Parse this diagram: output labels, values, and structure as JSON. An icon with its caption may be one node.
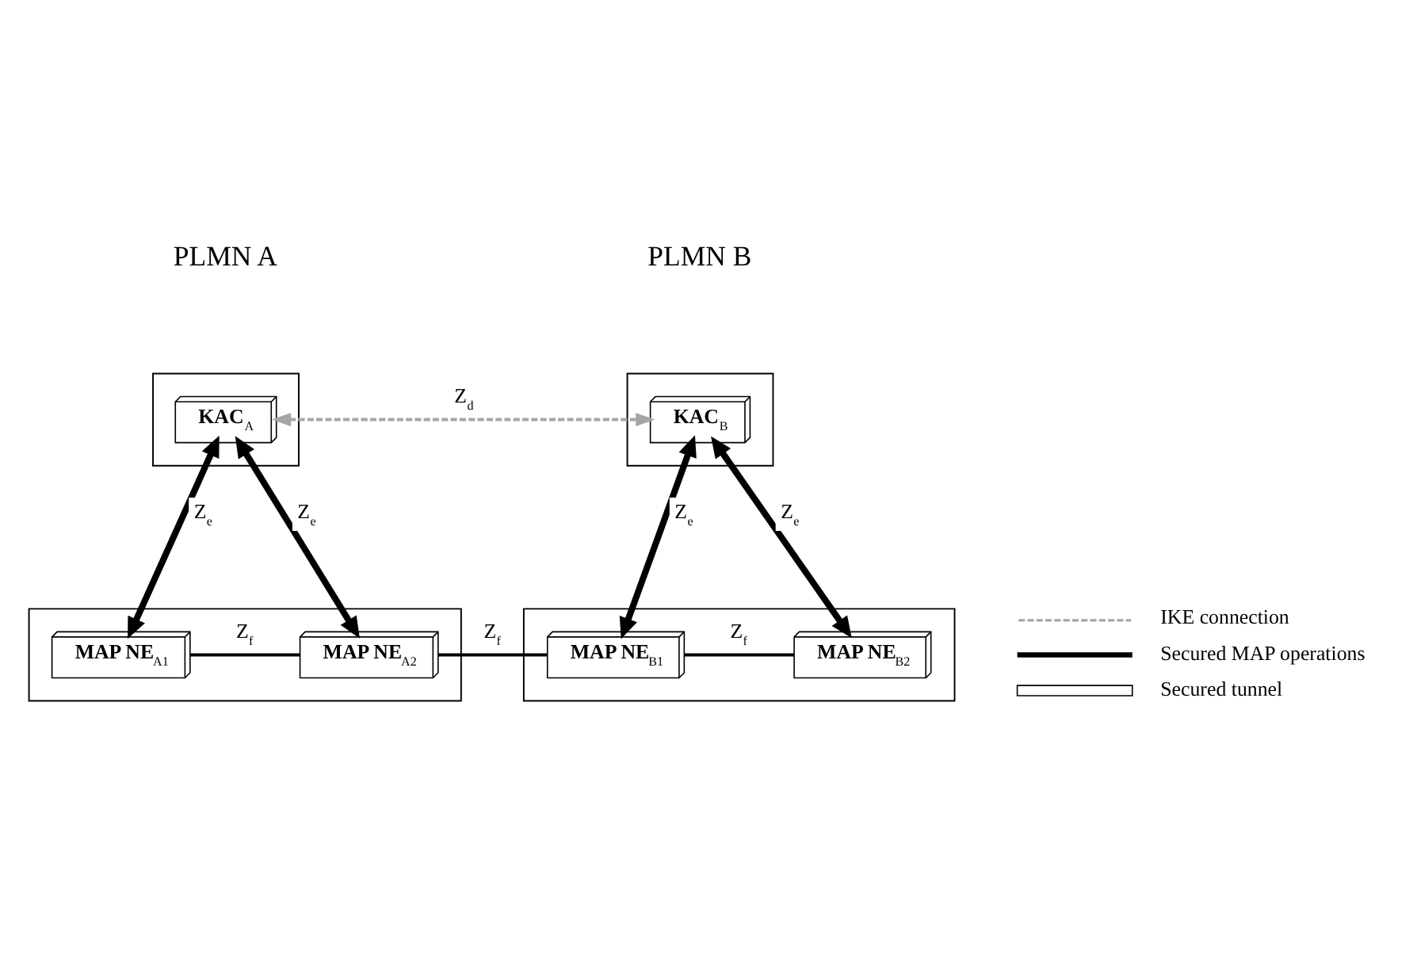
{
  "diagram": {
    "nodes": [
      {
        "text": [],
        "shape": "parallelogram"
      },
      {
        "text": [
          "**KAC**$_{A}$"
        ],
        "in": 0
      },
      {
        "text": [],
        "shape": "parallelogram"
      },
      {
        "text": [
          "**KAC**$_{B}$"
        ],
        "in": 2
      },
      {
        "text": [],
        "shape": "parallelogram"
      },
      {
        "text": [
          "**MAP NE**$_{A1}$"
        ],
        "in": 4
      },
      {
        "text": [
          "**MAP NE**$_{A2}$"
        ],
        "in": 4
      },
      {
        "text": [],
        "shape": "parallelogram"
      },
      {
        "text": [
          "**MAP NE**$_{B1}$"
        ],
        "in": 7
      },
      {
        "text": [
          "**MAP NE**$_{B2}$"
        ],
        "in": 7
      }
    ],
    "edges": [
      {
        "from": 1,
        "to": 3,
        "arrow": "both",
        "style": "dashed",
        "color": "#a6a6a6",
        "label": "Z$_{d}$"
      },
      {
        "from": 1,
        "to": 5,
        "arrow": "both",
        "style": "thick",
        "label": "Z$_{e}$"
      },
      {
        "from": 1,
        "to": 6,
        "arrow": "both",
        "style": "thick",
        "label": "Z$_{e}$"
      },
      {
        "from": 3,
        "to": 8,
        "arrow": "both",
        "style": "thick",
        "label": "Z$_{e}$"
      },
      {
        "from": 3,
        "to": 9,
        "arrow": "both",
        "style": "thick",
        "label": "Z$_{e}$"
      },
      {
        "from": 5,
        "to": 6,
        "arrow": "none",
        "label": "Z$_{f}$"
      },
      {
        "from": 6,
        "to": 8,
        "arrow": "none",
        "label": "Z$_{f}$"
      },
      {
        "from": 8,
        "to": 9,
        "arrow": "none",
        "label": "Z$_{f}$"
      }
    ],
    "labels": [
      "PLMN A",
      "PLMN B"
    ],
    "legend": [
      {
        "text": "IKE connection"
      },
      {
        "text": "Secured MAP operations"
      },
      {
        "text": "Secured tunnel"
      }
    ]
  }
}
